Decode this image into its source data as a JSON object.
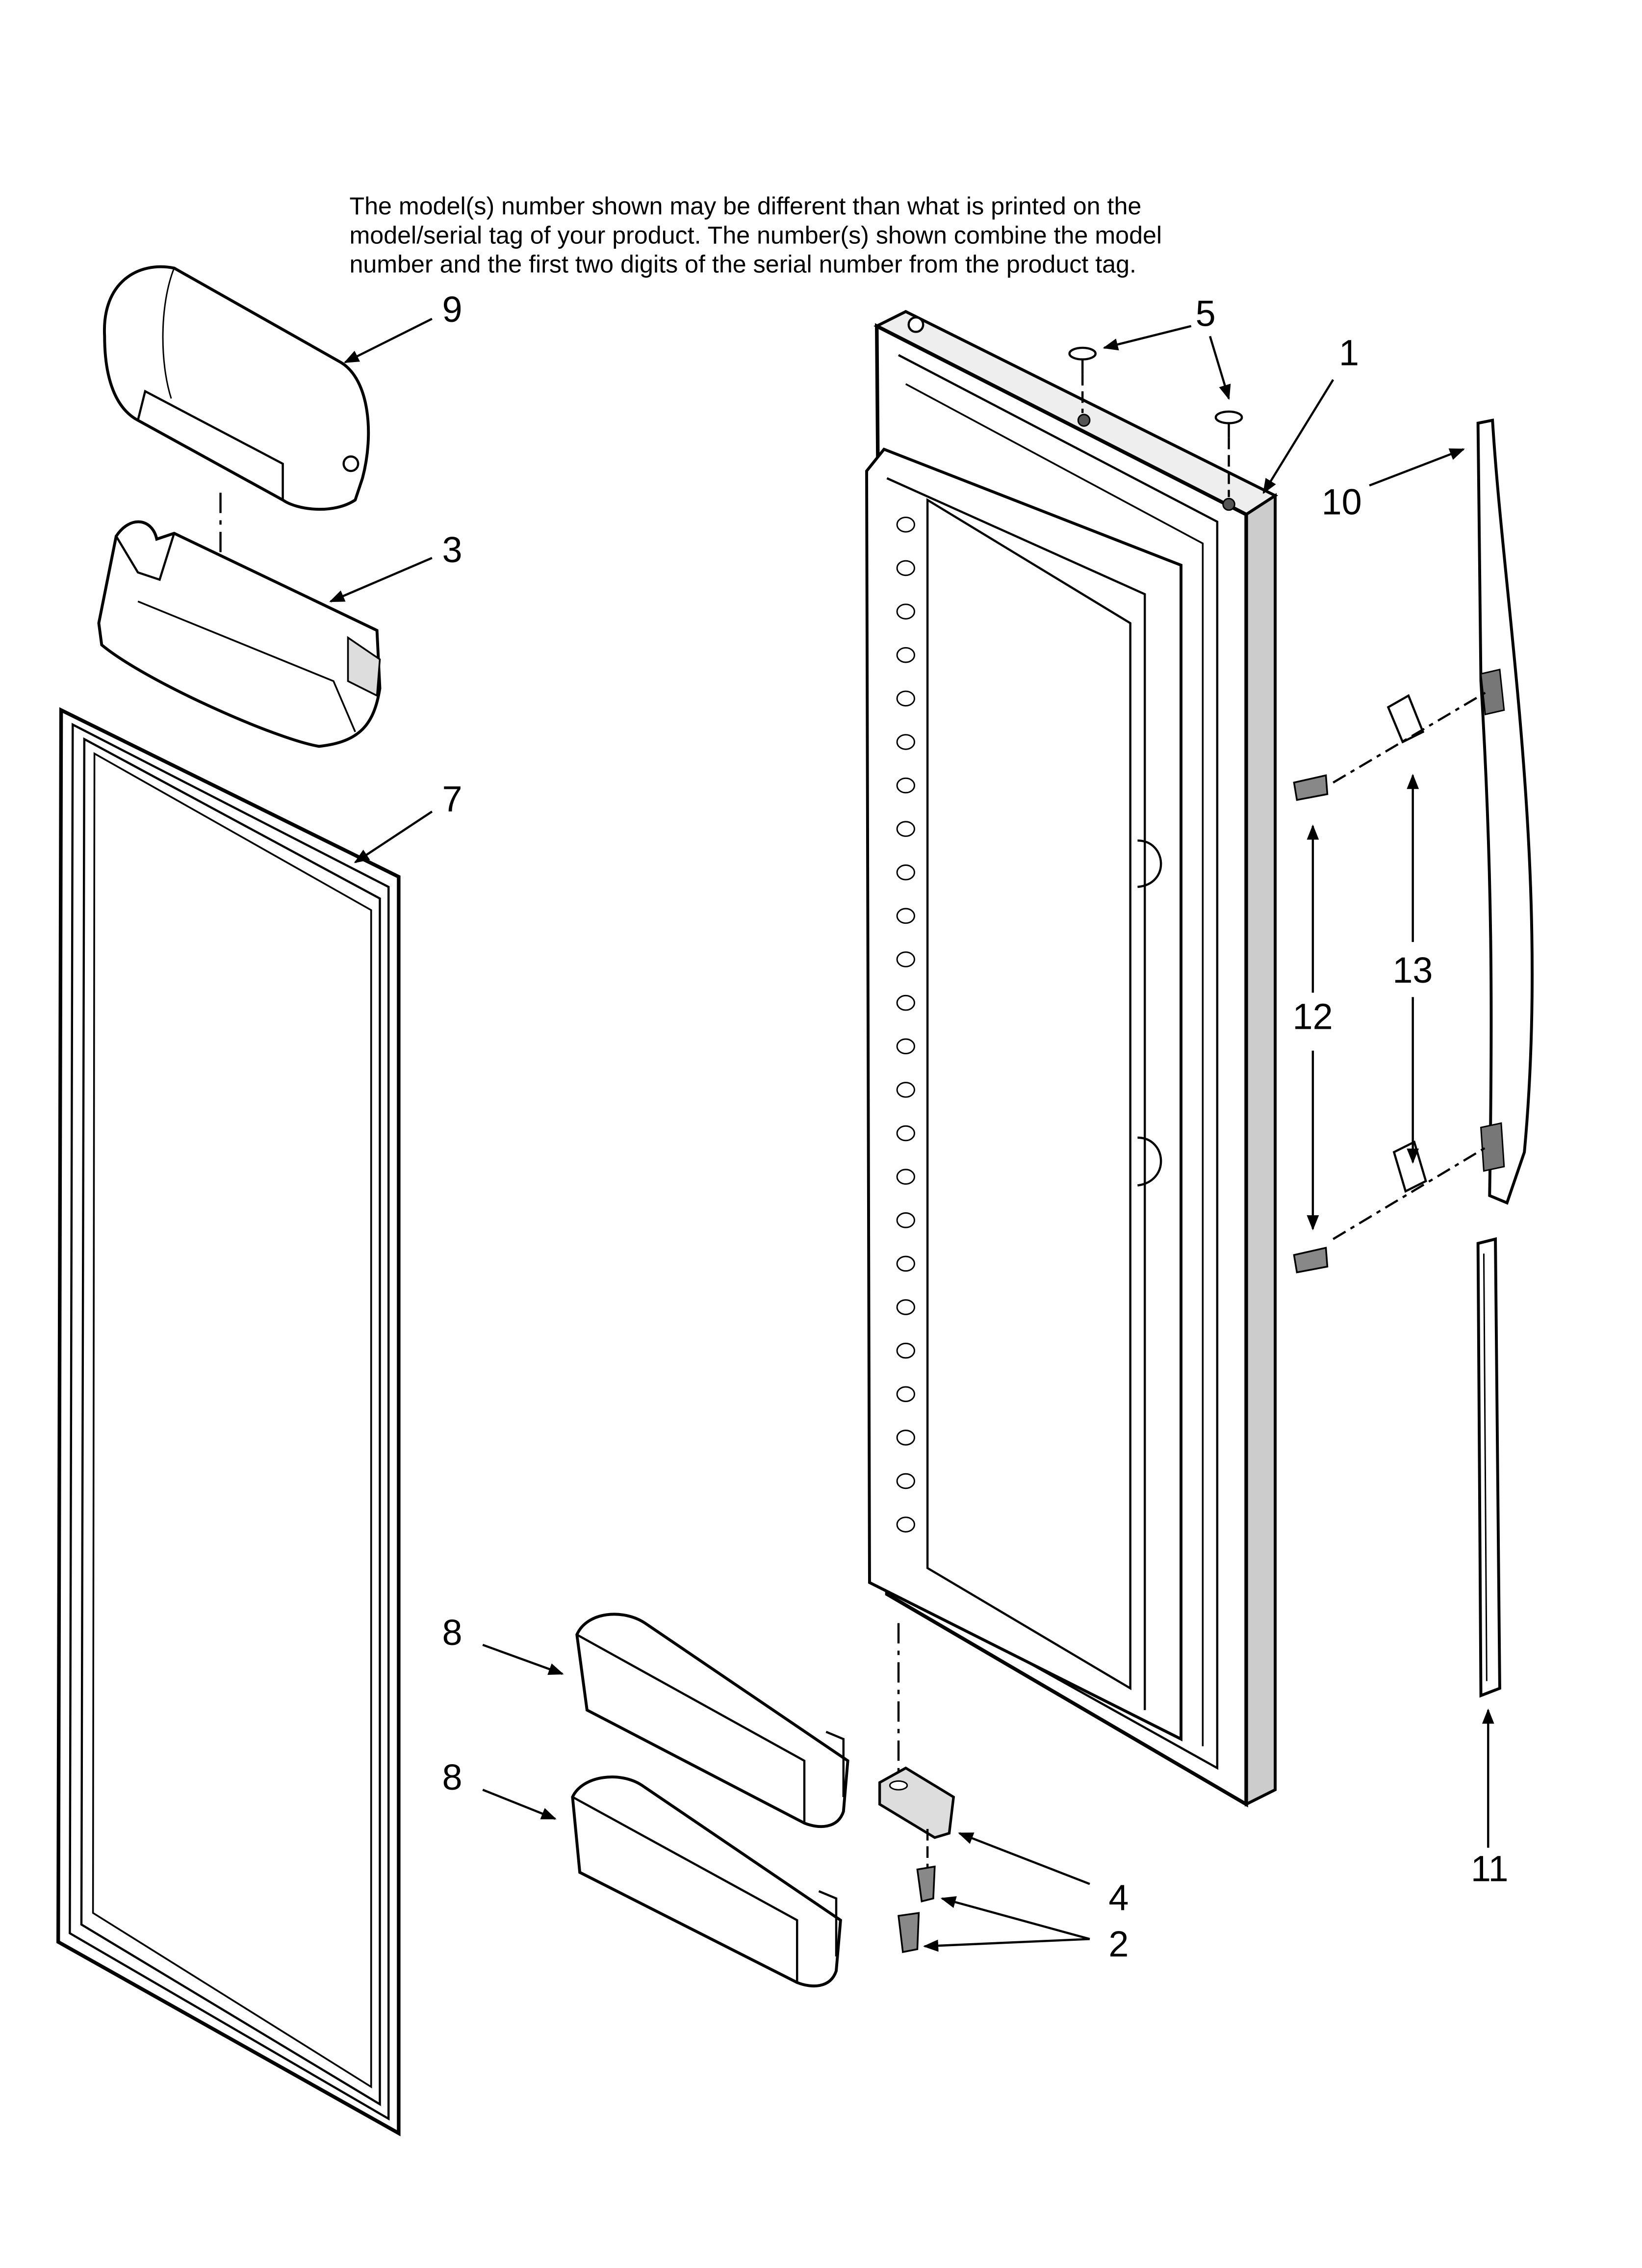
{
  "note": {
    "line1": "The model(s) number shown may be different than what is printed on the",
    "line2": "model/serial tag of your product. The number(s) shown combine the model",
    "line3": "number and the first two digits of the serial number from the product tag."
  },
  "callouts": {
    "c1": "1",
    "c2": "2",
    "c3": "3",
    "c4": "4",
    "c5": "5",
    "c7": "7",
    "c8a": "8",
    "c8b": "8",
    "c9": "9",
    "c10": "10",
    "c11": "11",
    "c12": "12",
    "c13": "13"
  }
}
